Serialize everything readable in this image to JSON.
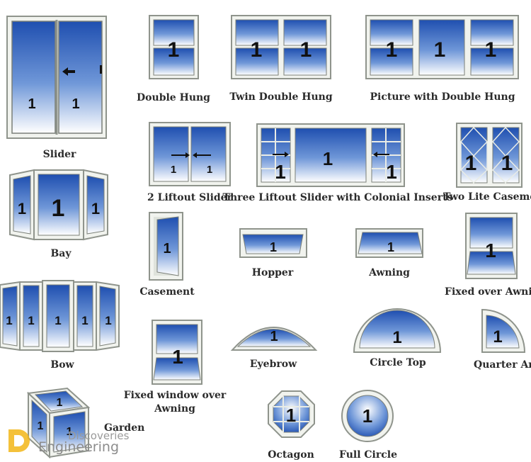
{
  "labels": {
    "slider": "Slider",
    "double_hung": "Double Hung",
    "twin_double_hung": "Twin Double Hung",
    "picture_double_hung": "Picture with Double Hung",
    "liftout_slider": "2 Liftout Slider",
    "three_liftout": "Three Liftout Slider with Colonial Inserts",
    "two_lite_casement": "Two Lite Casemen",
    "bay": "Bay",
    "casement": "Casement",
    "hopper": "Hopper",
    "awning": "Awning",
    "fixed_over_awning": "Fixed over Awning",
    "bow": "Bow",
    "eyebrow": "Eyebrow",
    "circle_top": "Circle Top",
    "quarter_arc": "Quarter Arc",
    "fixed_window_line1": "Fixed window over",
    "fixed_window_line2": "Awning",
    "garden": "Garden",
    "octagon": "Octagon",
    "full_circle": "Full Circle"
  },
  "pane_number": "1",
  "watermark": {
    "line1": "Discoveries",
    "line2": "Engineering"
  },
  "colors": {
    "glass_top": "#1f4fb0",
    "glass_bottom": "#ffffff",
    "frame": "#8f948c",
    "frame_light": "#f1f3ee",
    "logo": "#f2b617"
  }
}
